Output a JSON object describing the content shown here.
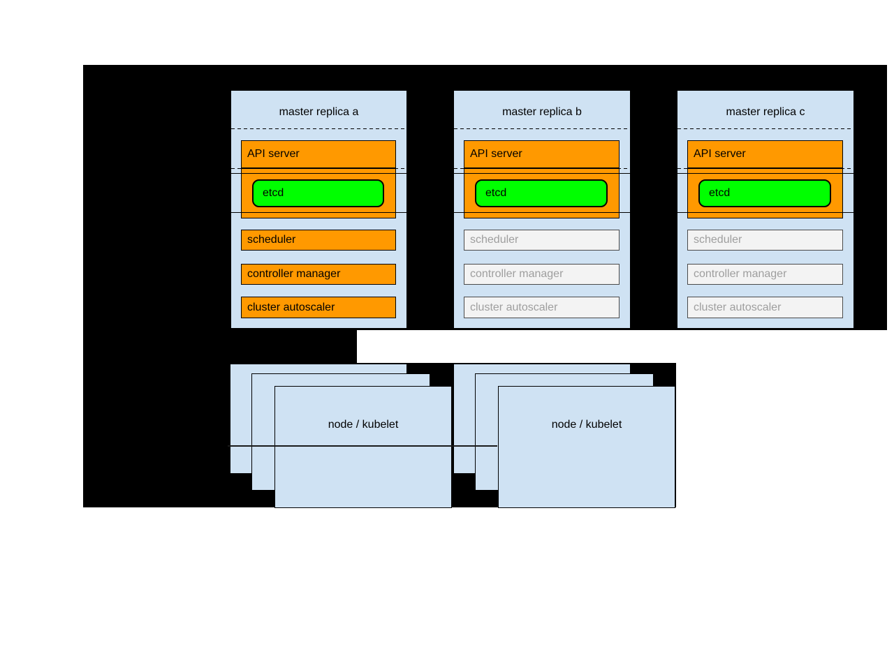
{
  "colors": {
    "backdrop": "#000000",
    "box_blue": "#cfe2f3",
    "active_orange": "#ff9900",
    "etcd_green": "#00ff00",
    "inactive_fill": "#f3f3f3",
    "inactive_text": "#9e9e9e"
  },
  "labels": {
    "api_server": "API server",
    "etcd": "etcd",
    "scheduler": "scheduler",
    "controller_manager": "controller manager",
    "cluster_autoscaler": "cluster autoscaler"
  },
  "replicas": [
    {
      "title": "master replica a",
      "components_dimmed": false
    },
    {
      "title": "master replica b",
      "components_dimmed": true
    },
    {
      "title": "master replica c",
      "components_dimmed": true
    }
  ],
  "node_stacks": [
    {
      "label": "node / kubelet"
    },
    {
      "label": "node / kubelet"
    }
  ]
}
